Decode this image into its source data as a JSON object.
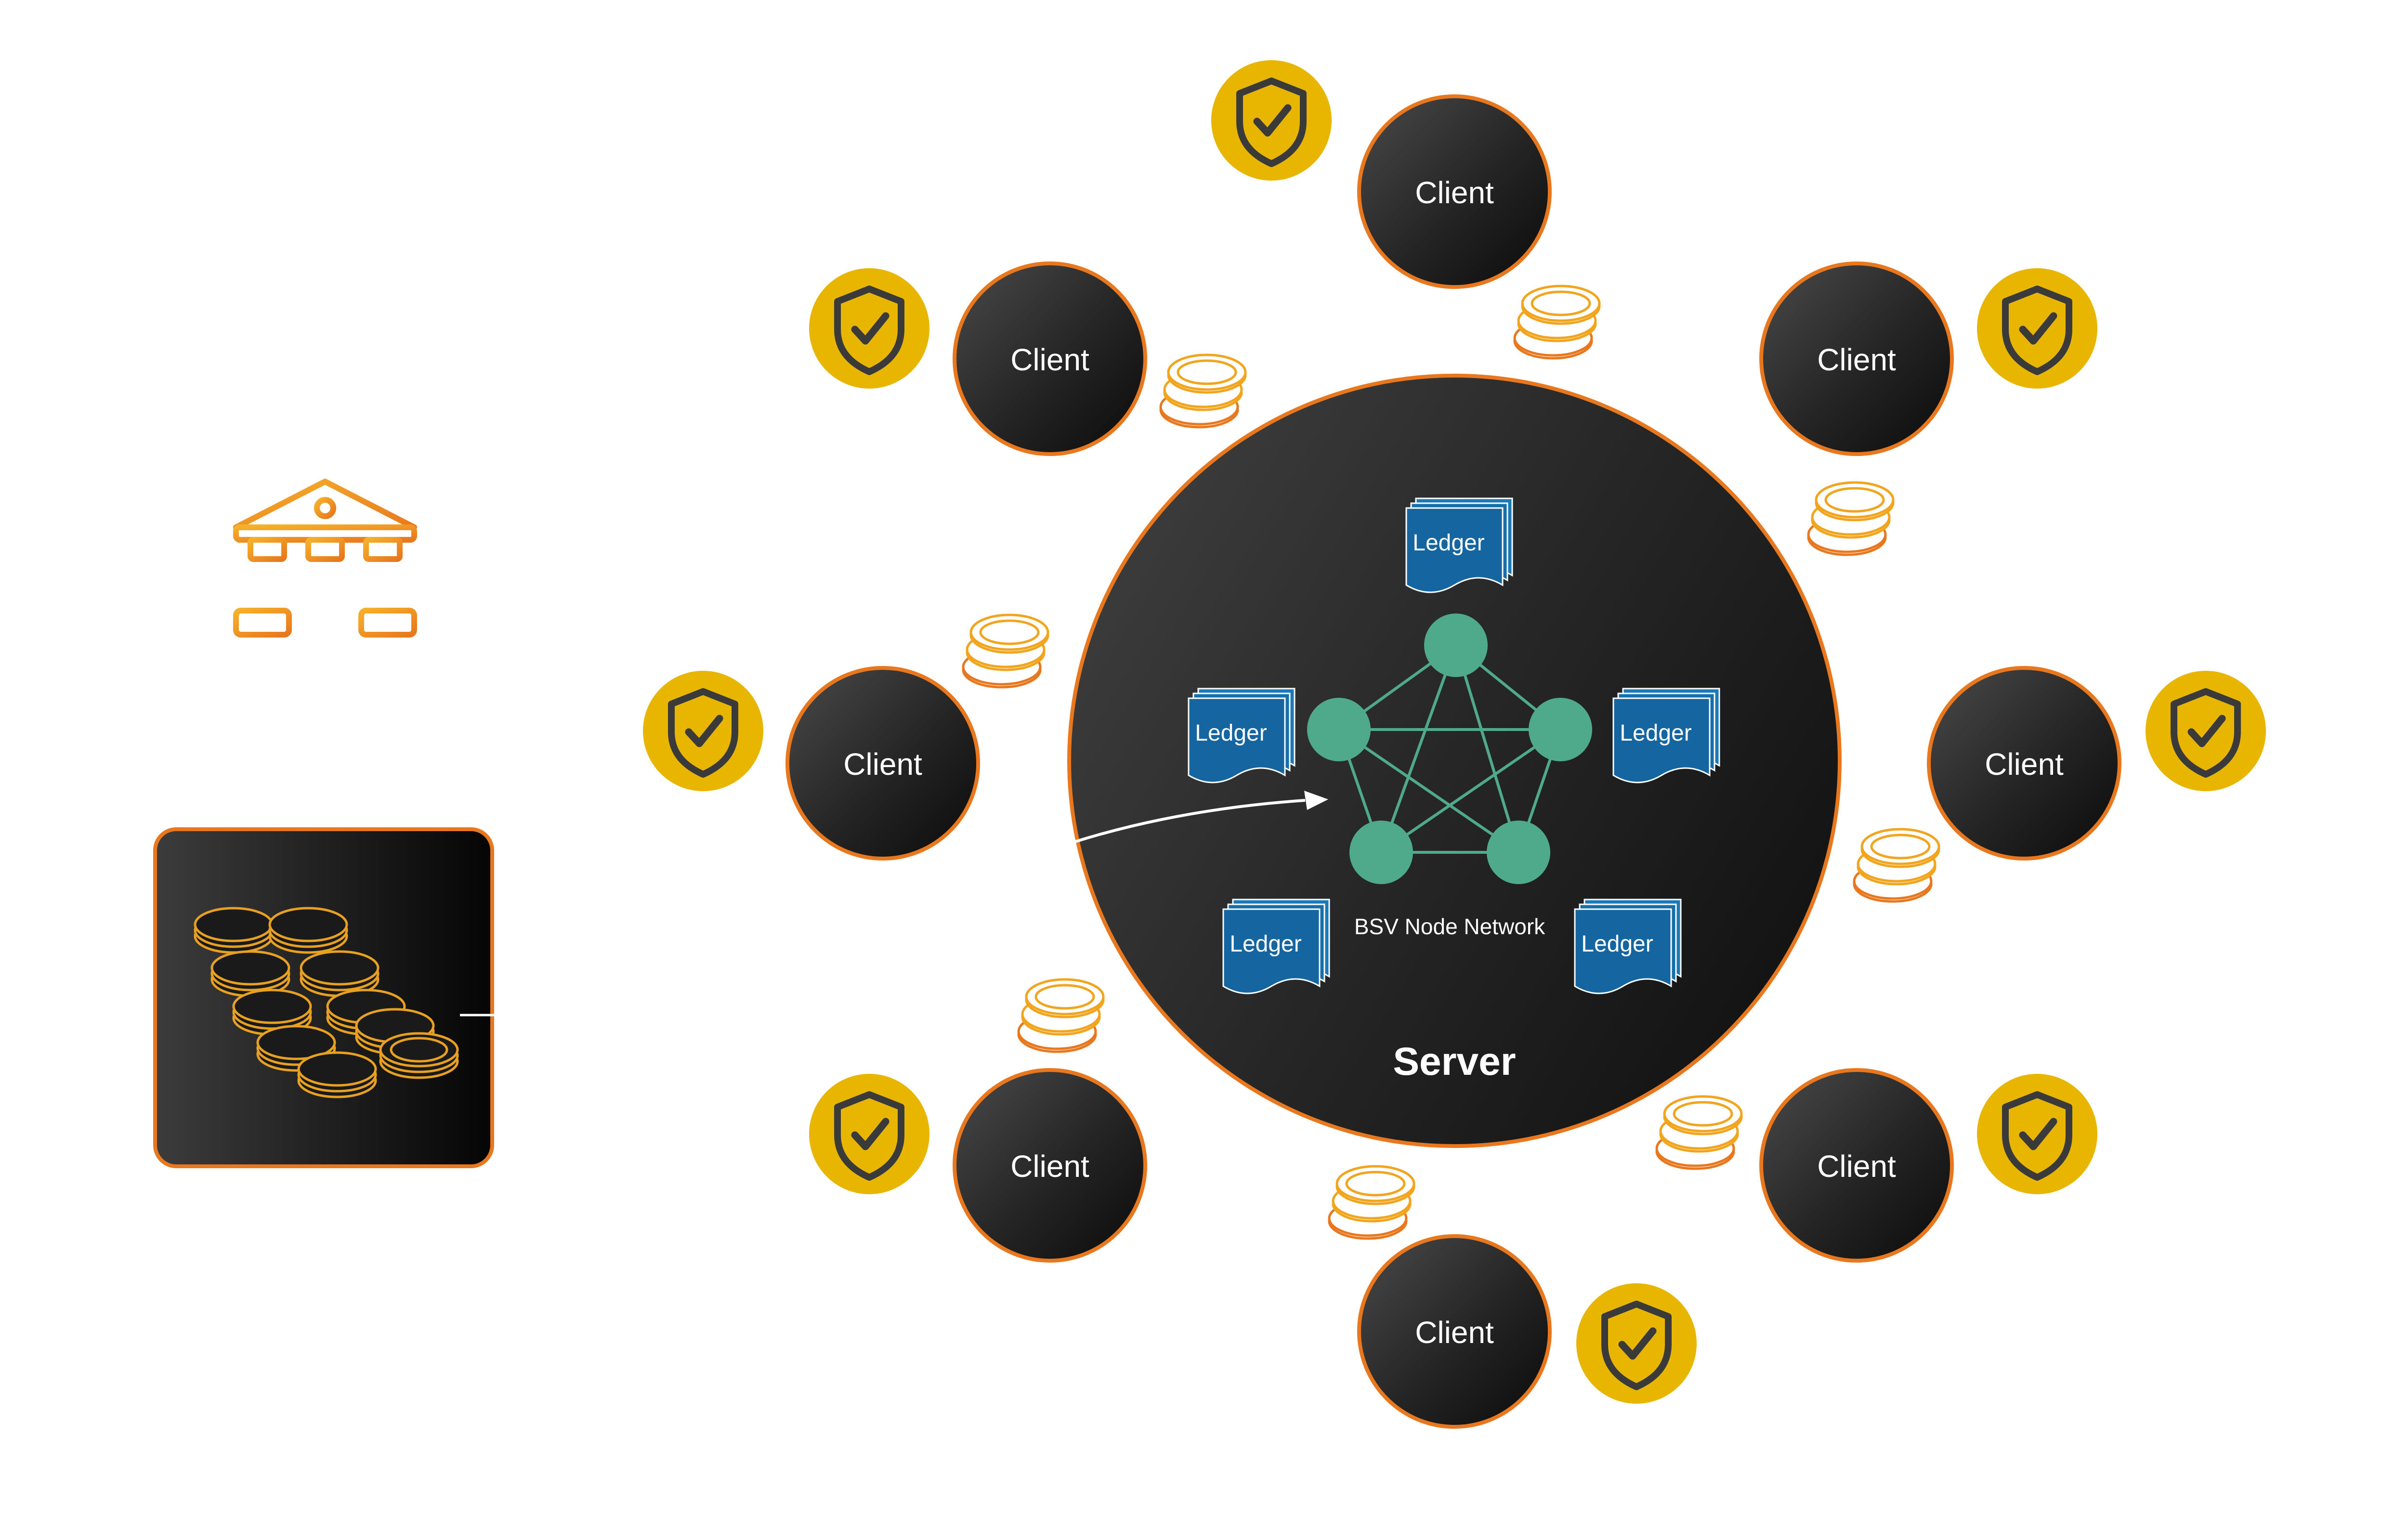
{
  "server": {
    "label": "Server"
  },
  "network": {
    "label": "BSV Node Network"
  },
  "ledger": {
    "label": "Ledger"
  },
  "clients": [
    {
      "label": "Client"
    },
    {
      "label": "Client"
    },
    {
      "label": "Client"
    },
    {
      "label": "Client"
    },
    {
      "label": "Client"
    },
    {
      "label": "Client"
    },
    {
      "label": "Client"
    },
    {
      "label": "Client"
    }
  ],
  "colors": {
    "accent_orange": "#E8771E",
    "gold_coin": "#F2A41C",
    "shield_badge": "#E8B500",
    "node_teal": "#4FAA8C",
    "ledger_blue": "#1565A0",
    "dark": "#1E1E1E"
  },
  "icons": {
    "bank": "bank-icon",
    "coin_vault": "coin-stack-icon",
    "shield": "shield-check-icon",
    "coins": "coin-stack-icon"
  }
}
